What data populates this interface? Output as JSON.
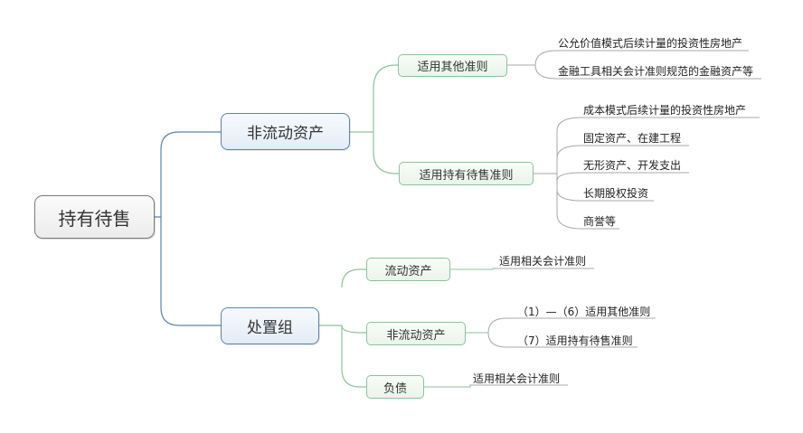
{
  "root": {
    "label": "持有待售"
  },
  "branches": [
    {
      "label": "非流动资产",
      "children": [
        {
          "label": "适用其他准则",
          "leaves": [
            "公允价值模式后续计量的投资性房地产",
            "金融工具相关会计准则规范的金融资产等"
          ]
        },
        {
          "label": "适用持有待售准则",
          "leaves": [
            "成本模式后续计量的投资性房地产",
            "固定资产、在建工程",
            "无形资产、开发支出",
            "长期股权投资",
            "商誉等"
          ]
        }
      ]
    },
    {
      "label": "处置组",
      "children": [
        {
          "label": "流动资产",
          "leaves": [
            "适用相关会计准则"
          ]
        },
        {
          "label": "非流动资产",
          "leaves": [
            "（1）—（6）适用其他准则",
            "（7）适用持有待售准则"
          ]
        },
        {
          "label": "负债",
          "leaves": [
            "适用相关会计准则"
          ]
        }
      ]
    }
  ],
  "colors": {
    "main_line": "#5a83ad",
    "sub_line": "#8cc39b",
    "leaf_line": "#a8a8a8"
  }
}
